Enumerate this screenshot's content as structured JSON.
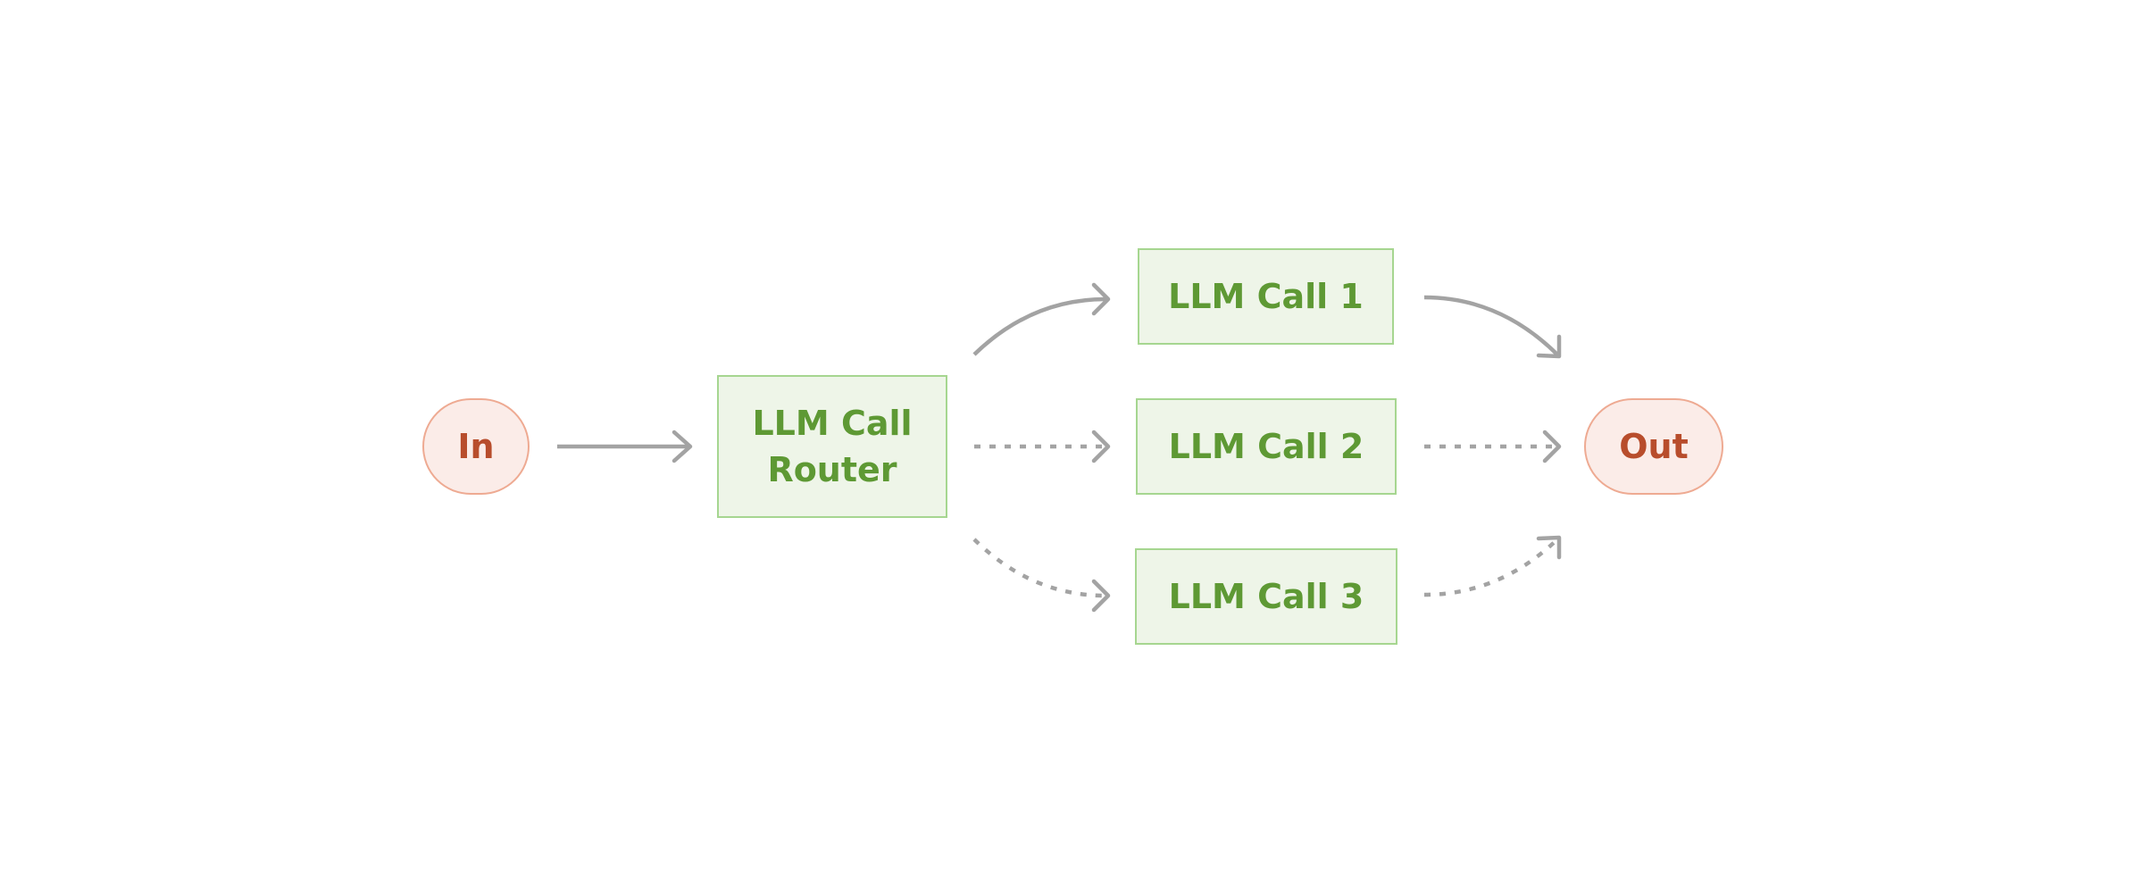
{
  "colors": {
    "terminal_fill": "#fbece8",
    "terminal_border": "#eeaa92",
    "terminal_text": "#b84d2c",
    "llm_fill": "#eef5e8",
    "llm_border": "#a6d690",
    "llm_text": "#5e9934",
    "edge": "#a3a3a3"
  },
  "nodes": {
    "input": {
      "label": "In"
    },
    "router": {
      "label_line1": "LLM Call",
      "label_line2": "Router"
    },
    "call1": {
      "label": "LLM Call 1"
    },
    "call2": {
      "label": "LLM Call 2"
    },
    "call3": {
      "label": "LLM Call 3"
    },
    "output": {
      "label": "Out"
    }
  },
  "edges": [
    {
      "from": "In",
      "to": "LLM Call Router",
      "style": "solid"
    },
    {
      "from": "LLM Call Router",
      "to": "LLM Call 1",
      "style": "solid"
    },
    {
      "from": "LLM Call Router",
      "to": "LLM Call 2",
      "style": "dotted"
    },
    {
      "from": "LLM Call Router",
      "to": "LLM Call 3",
      "style": "dotted"
    },
    {
      "from": "LLM Call 1",
      "to": "Out",
      "style": "solid"
    },
    {
      "from": "LLM Call 2",
      "to": "Out",
      "style": "dotted"
    },
    {
      "from": "LLM Call 3",
      "to": "Out",
      "style": "dotted"
    }
  ]
}
